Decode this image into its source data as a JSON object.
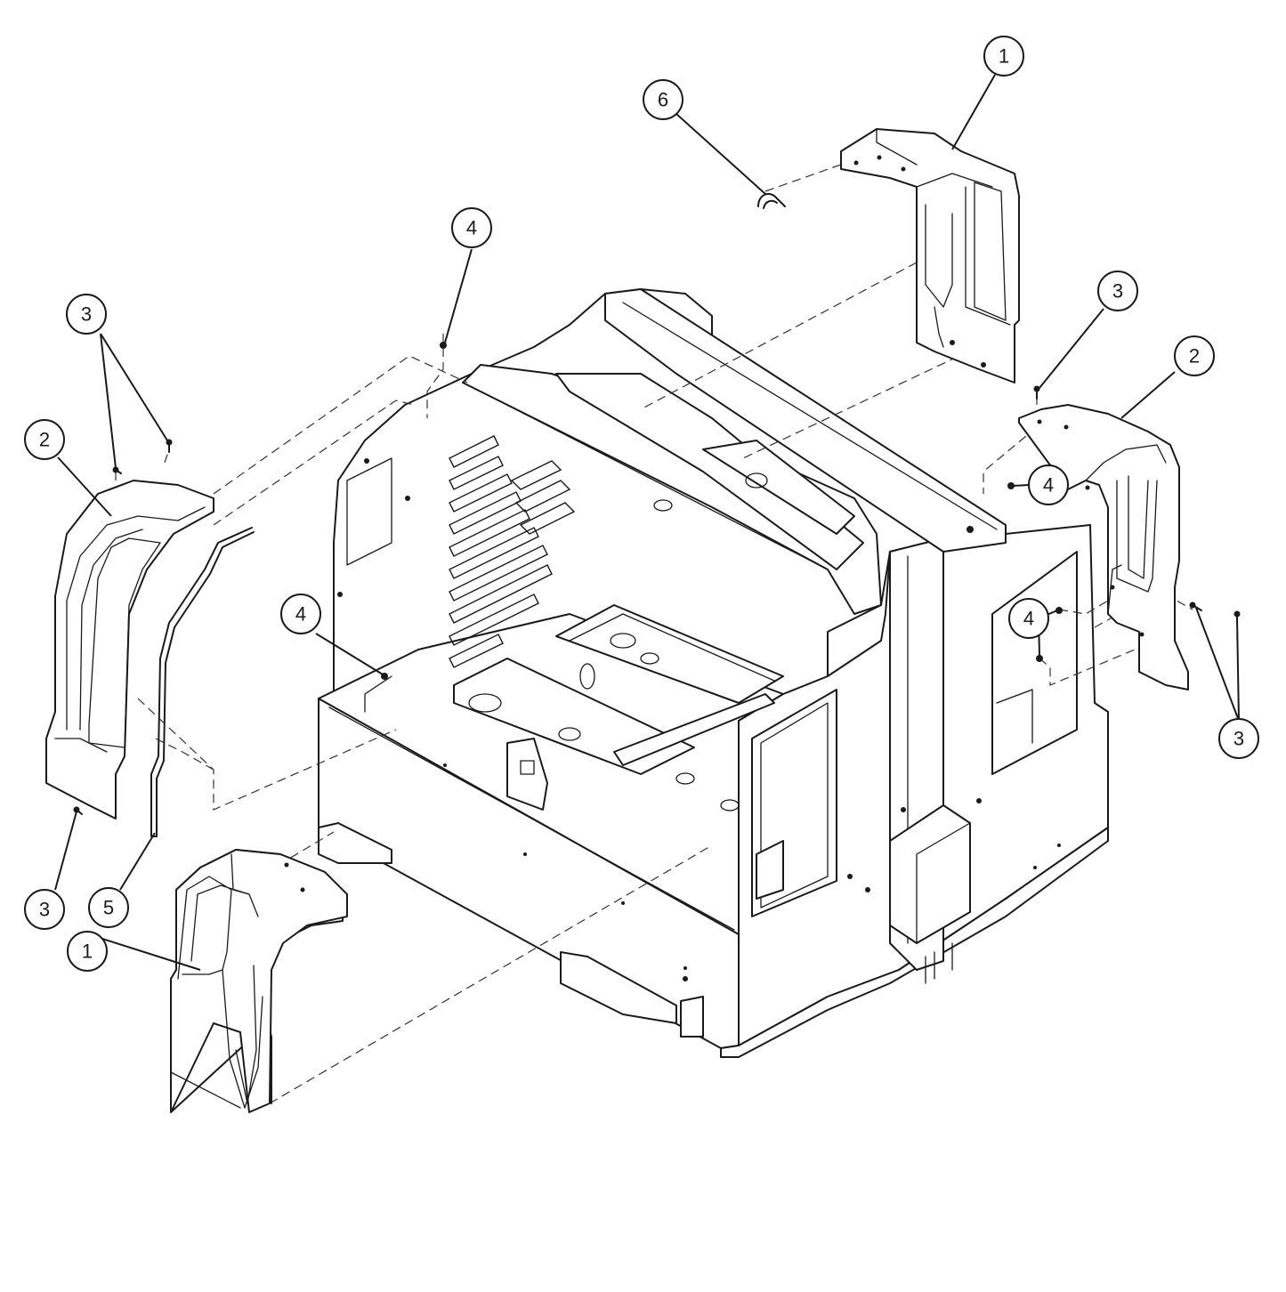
{
  "diagram": {
    "callouts": [
      {
        "id": "c1-top",
        "label": "1"
      },
      {
        "id": "c6",
        "label": "6"
      },
      {
        "id": "c4-top",
        "label": "4"
      },
      {
        "id": "c3-left-top",
        "label": "3"
      },
      {
        "id": "c2-left",
        "label": "2"
      },
      {
        "id": "c3-right-top",
        "label": "3"
      },
      {
        "id": "c2-right",
        "label": "2"
      },
      {
        "id": "c4-right-upper",
        "label": "4"
      },
      {
        "id": "c4-left-mid",
        "label": "4"
      },
      {
        "id": "c4-right-lower",
        "label": "4"
      },
      {
        "id": "c3-right-bottom",
        "label": "3"
      },
      {
        "id": "c3-left-bottom",
        "label": "3"
      },
      {
        "id": "c5",
        "label": "5"
      },
      {
        "id": "c1-bottom",
        "label": "1"
      }
    ]
  }
}
